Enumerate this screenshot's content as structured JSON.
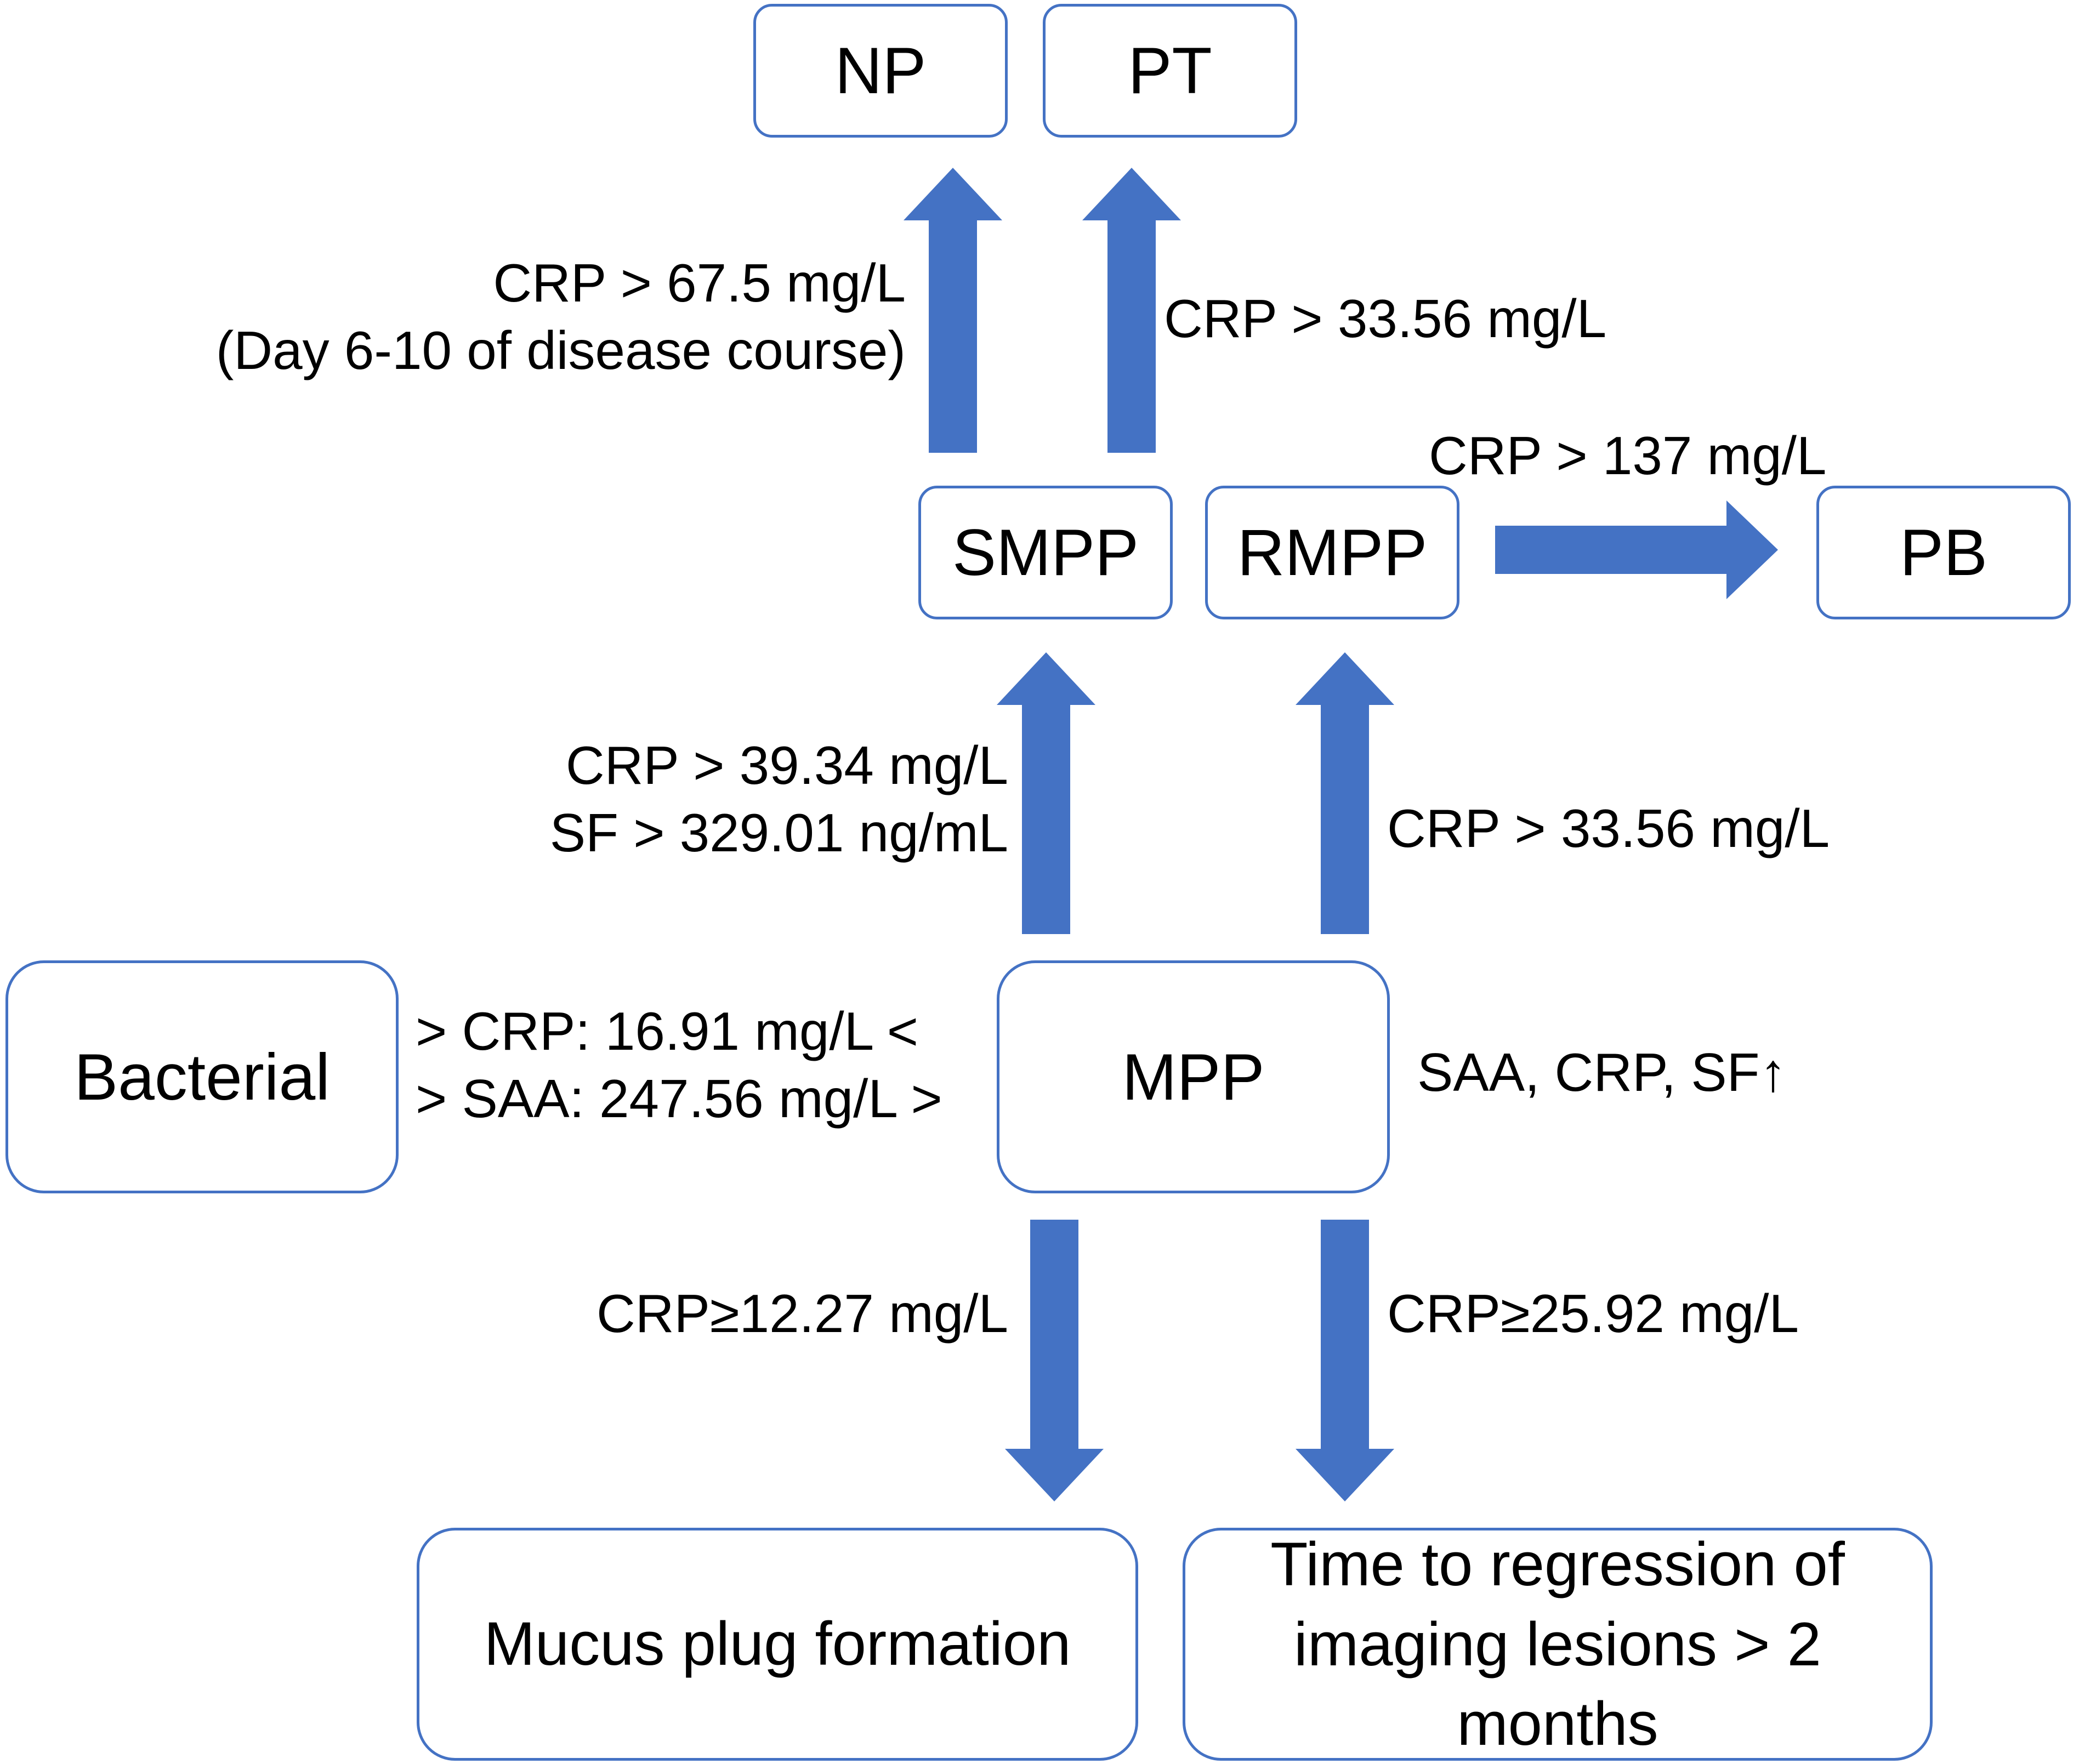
{
  "nodes": {
    "np": "NP",
    "pt": "PT",
    "smpp": "SMPP",
    "rmpp": "RMPP",
    "pb": "PB",
    "bacterial": "Bacterial",
    "mpp": "MPP",
    "mucus": "Mucus plug formation",
    "regression": "Time to regression of imaging lesions > 2 months"
  },
  "labels": {
    "np_line1": "CRP > 67.5 mg/L",
    "np_line2": "(Day 6-10 of disease course)",
    "pt": "CRP > 33.56 mg/L",
    "pb": "CRP > 137 mg/L",
    "smpp_line1": "CRP > 39.34 mg/L",
    "smpp_line2": "SF > 329.01 ng/mL",
    "rmpp": "CRP > 33.56 mg/L",
    "bacterial_line1": "> CRP: 16.91 mg/L <",
    "bacterial_line2": "> SAA: 247.56 mg/L >",
    "mpp_markers": "SAA, CRP, SF↑",
    "mucus": "CRP≥12.27 mg/L",
    "regression": "CRP≥25.92 mg/L"
  },
  "colors": {
    "arrow_fill": "#4472c4",
    "box_border": "#4472c4",
    "text": "#000000",
    "background": "#ffffff"
  }
}
